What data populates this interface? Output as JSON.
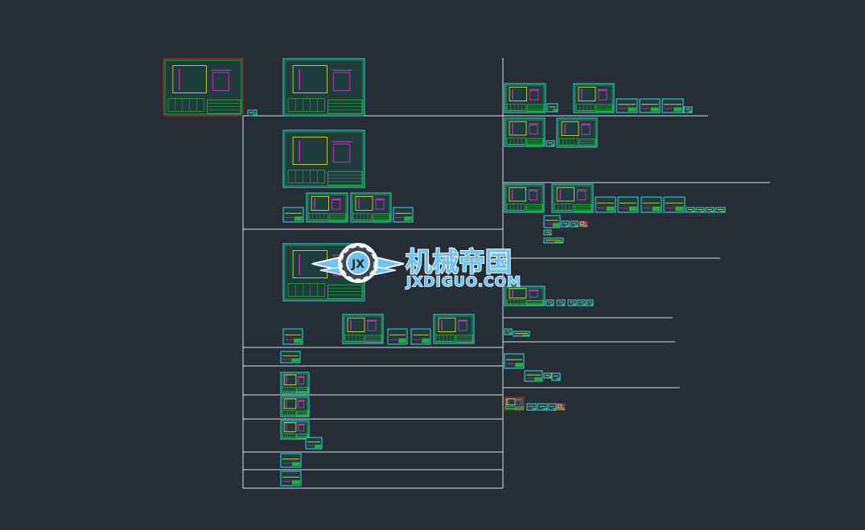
{
  "colors": {
    "background": "#262d35",
    "frame_line": "#d8dde2",
    "sheet_border": "#33d6e0",
    "sheet_fill": "#1f3d3d",
    "accent_green": "#22e040",
    "accent_yellow": "#e8e040",
    "accent_magenta": "#e030c8",
    "accent_red": "#d02020",
    "watermark_fill": "#6ec4ee",
    "watermark_stroke": "#f2f6fa"
  },
  "watermark": {
    "logo_text": "JX",
    "title": "机械帝国",
    "url": "JXDIGUO.COM",
    "icon": "gear-wings-logo-icon"
  }
}
